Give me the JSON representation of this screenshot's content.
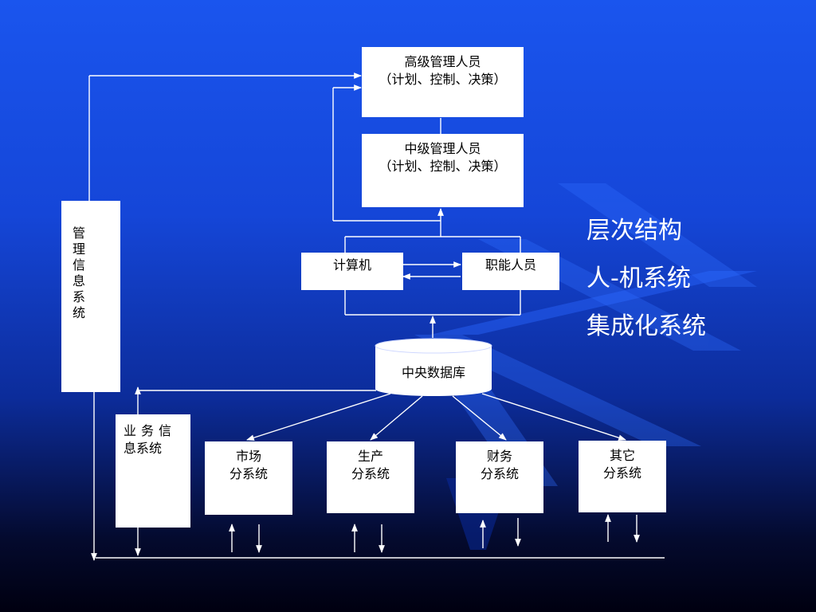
{
  "top_manager": {
    "line1": "高级管理人员",
    "line2": "（计划、控制、决策）"
  },
  "middle_manager": {
    "line1": "中级管理人员",
    "line2": "（计划、控制、决策）"
  },
  "computer": "计算机",
  "staff": "职能人员",
  "mis": "管理信息系统",
  "business_info": {
    "line1": "业务信",
    "line2": "息系统"
  },
  "central_db": "中央数据库",
  "subsystems": [
    {
      "line1": "市场",
      "line2": "分系统"
    },
    {
      "line1": "生产",
      "line2": "分系统"
    },
    {
      "line1": "财务",
      "line2": "分系统"
    },
    {
      "line1": "其它",
      "line2": "分系统"
    }
  ],
  "features": [
    "层次结构",
    "人-机系统",
    "集成化系统"
  ],
  "colors": {
    "line": "#ffffff",
    "box": "#ffffff",
    "bg_top": "#1a55ee",
    "bg_bottom": "#000010"
  }
}
